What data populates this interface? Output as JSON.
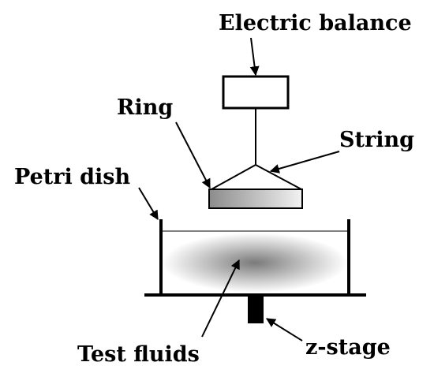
{
  "labels": {
    "electric_balance": "Electric balance",
    "ring": "Ring",
    "string": "String",
    "petri_dish": "Petri dish",
    "test_fluids": "Test fluids",
    "z_stage": "z-stage"
  },
  "colors": {
    "stroke": "#000000",
    "background": "#ffffff",
    "ring_gradient_start": "#8c8c8c",
    "ring_gradient_end": "#f2f2f2",
    "fluid_center": "#7a7a7a",
    "fluid_edge": "#ffffff"
  }
}
